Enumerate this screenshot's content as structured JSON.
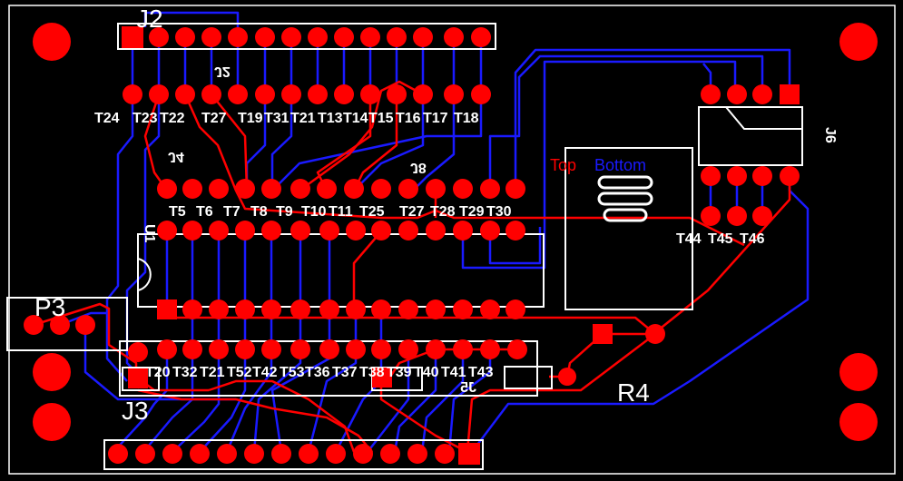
{
  "colors": {
    "background": "#000000",
    "pad": "#ff0000",
    "top_trace": "#ff0000",
    "bottom_trace": "#1a1aff",
    "silkscreen": "#ffffff"
  },
  "designators": {
    "j2": "J2",
    "j2_mirror": "J2",
    "j3": "J3",
    "r4": "R4",
    "u1": "U1",
    "j5": "J5",
    "p3": "P3",
    "j4": "J4",
    "j6": "J6",
    "j8": "J8"
  },
  "legend": {
    "top": "Top",
    "bottom": "Bottom"
  },
  "test_points": {
    "row1": [
      "T24",
      "T23",
      "T22",
      "T27",
      "T19",
      "T31",
      "T21",
      "T13",
      "T14",
      "T15",
      "T16",
      "T17",
      "T18"
    ],
    "row2": [
      "T5",
      "T6",
      "T7",
      "T8",
      "T9",
      "T10",
      "T11",
      "T25",
      "T27",
      "T28",
      "T29",
      "T30"
    ],
    "row3": [
      "T44",
      "T45",
      "T46"
    ],
    "row4": [
      "T20",
      "T32",
      "T21",
      "T52",
      "T42",
      "T53",
      "T36",
      "T37",
      "T38",
      "T39",
      "T40",
      "T41",
      "T43"
    ]
  }
}
